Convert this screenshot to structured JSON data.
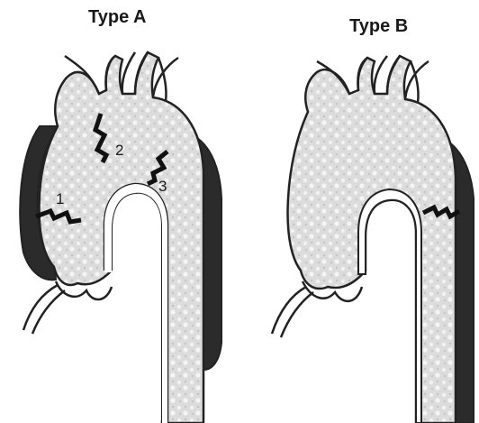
{
  "panels": [
    {
      "title": "Type A",
      "tear_labels": [
        "1",
        "2",
        "3"
      ]
    },
    {
      "title": "Type B",
      "tear_labels": []
    }
  ],
  "colors": {
    "lumen_fill": "#d9d9d9",
    "false_lumen": "#2b2b2b",
    "outline": "#222222",
    "background": "#ffffff"
  }
}
